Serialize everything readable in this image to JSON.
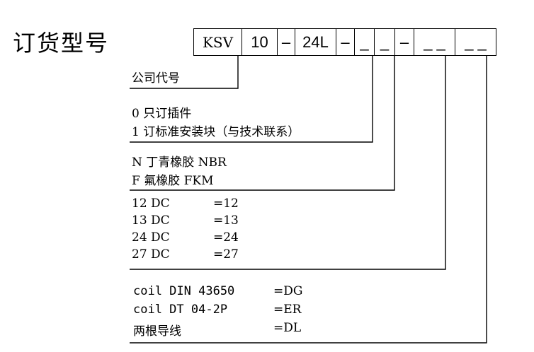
{
  "title": "订货型号",
  "code": {
    "segments": [
      "KSV",
      "10",
      "–",
      "24L",
      "–",
      "_",
      "_",
      "–",
      "_ _",
      "_ _"
    ]
  },
  "sections": {
    "company": "公司代号",
    "plugin": {
      "line1": "0  只订插件",
      "line2": "1  订标准安装块（与技术联系）"
    },
    "seal": {
      "line1": "N  丁青橡胶 NBR",
      "line2": "F  氟橡胶   FKM"
    },
    "voltage": [
      {
        "code": "12 DC",
        "value": "=12"
      },
      {
        "code": "13 DC",
        "value": "=13"
      },
      {
        "code": "24 DC",
        "value": "=24"
      },
      {
        "code": "27 DC",
        "value": "=27"
      }
    ],
    "connector": [
      {
        "name": "coil DIN 43650",
        "value": "=DG"
      },
      {
        "name": "coil DT 04-2P",
        "value": "=ER"
      },
      {
        "name": "两根导线",
        "value": "=DL"
      }
    ]
  }
}
